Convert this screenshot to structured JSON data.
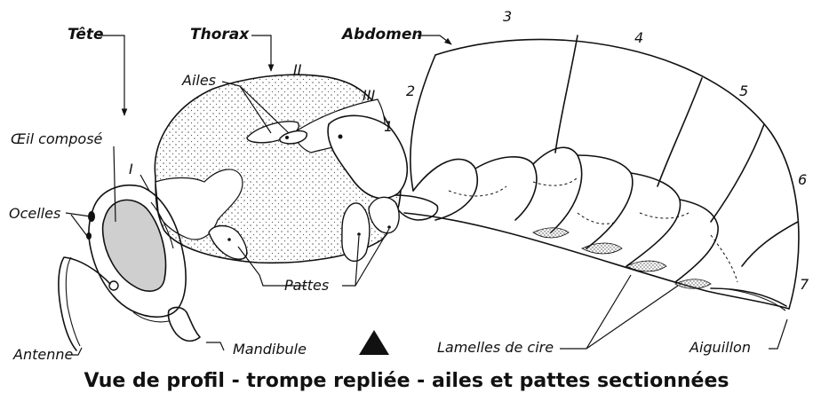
{
  "labels": {
    "tete": "Tête",
    "thorax": "Thorax",
    "abdomen": "Abdomen",
    "ailes": "Ailes",
    "oeil": "Œil composé",
    "ocelles": "Ocelles",
    "antenne": "Antenne",
    "pattes": "Pattes",
    "mandibule": "Mandibule",
    "lamelles": "Lamelles de cire",
    "aiguillon": "Aiguillon"
  },
  "segments": {
    "head": "I",
    "thorax_2": "II",
    "thorax_3": "III",
    "abd": [
      "1",
      "2",
      "3",
      "4",
      "5",
      "6",
      "7"
    ]
  },
  "caption": "Vue de profil - trompe repliée - ailes et pattes sectionnées",
  "colors": {
    "ink": "#111111",
    "eye_fill": "#cfcfcf",
    "stipple": "#555555"
  },
  "icons": {
    "marker": "triangle-icon"
  }
}
